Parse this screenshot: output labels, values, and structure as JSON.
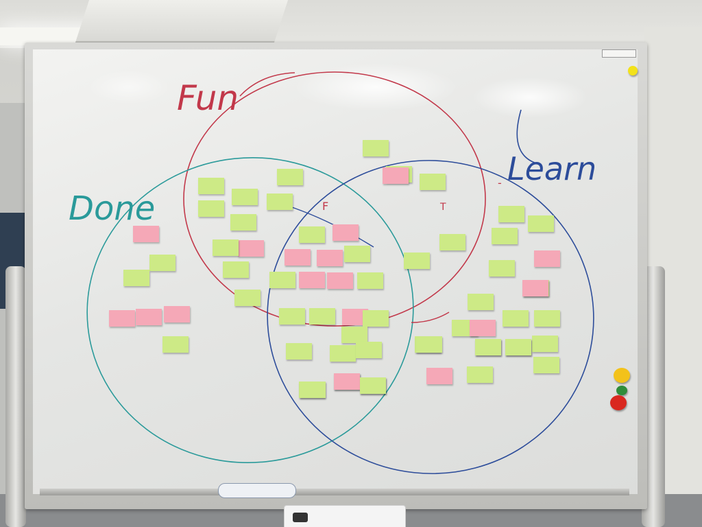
{
  "scene": "whiteboard",
  "labels": {
    "fun": "Fun",
    "done": "Done",
    "learn": "Learn",
    "mark_f": "F",
    "mark_t": "T",
    "mark_dash": "-"
  },
  "brand_plate": "",
  "colors": {
    "fun_marker": "#c2384a",
    "done_marker": "#2a9a9a",
    "learn_marker": "#2c4c9a",
    "sticky_green": "#cdea86",
    "sticky_pink": "#f5a8b7",
    "magnet_yellow": "#f3c21a",
    "magnet_green": "#2f8d3a",
    "magnet_red": "#d9281f"
  },
  "sticky_notes": [
    {
      "color": "green"
    },
    {
      "color": "green"
    },
    {
      "color": "green"
    },
    {
      "color": "green"
    },
    {
      "color": "green"
    },
    {
      "color": "green"
    },
    {
      "color": "green"
    },
    {
      "color": "green"
    },
    {
      "color": "green"
    },
    {
      "color": "pink"
    },
    {
      "color": "pink"
    },
    {
      "color": "pink"
    },
    {
      "color": "pink"
    },
    {
      "color": "pink"
    },
    {
      "color": "green"
    },
    {
      "color": "green"
    },
    {
      "color": "green"
    },
    {
      "color": "pink"
    },
    {
      "color": "green"
    },
    {
      "color": "green"
    },
    {
      "color": "green"
    },
    {
      "color": "pink"
    },
    {
      "color": "green"
    },
    {
      "color": "green"
    },
    {
      "color": "green"
    },
    {
      "color": "green"
    },
    {
      "color": "pink"
    },
    {
      "color": "green"
    },
    {
      "color": "pink"
    },
    {
      "color": "green"
    },
    {
      "color": "pink"
    },
    {
      "color": "pink"
    },
    {
      "color": "pink"
    },
    {
      "color": "green"
    },
    {
      "color": "green"
    },
    {
      "color": "green"
    },
    {
      "color": "green"
    },
    {
      "color": "green"
    },
    {
      "color": "green"
    },
    {
      "color": "green"
    },
    {
      "color": "green"
    },
    {
      "color": "green"
    },
    {
      "color": "green"
    },
    {
      "color": "green"
    },
    {
      "color": "green"
    },
    {
      "color": "green"
    },
    {
      "color": "green"
    },
    {
      "color": "green"
    },
    {
      "color": "green"
    },
    {
      "color": "green"
    },
    {
      "color": "pink"
    },
    {
      "color": "green"
    },
    {
      "color": "green"
    },
    {
      "color": "green"
    },
    {
      "color": "green"
    },
    {
      "color": "pink"
    },
    {
      "color": "green"
    },
    {
      "color": "green"
    },
    {
      "color": "green"
    },
    {
      "color": "green"
    },
    {
      "color": "pink"
    },
    {
      "color": "green"
    },
    {
      "color": "pink"
    },
    {
      "color": "green"
    },
    {
      "color": "green"
    },
    {
      "color": "pink"
    },
    {
      "color": "green"
    },
    {
      "color": "green"
    }
  ]
}
